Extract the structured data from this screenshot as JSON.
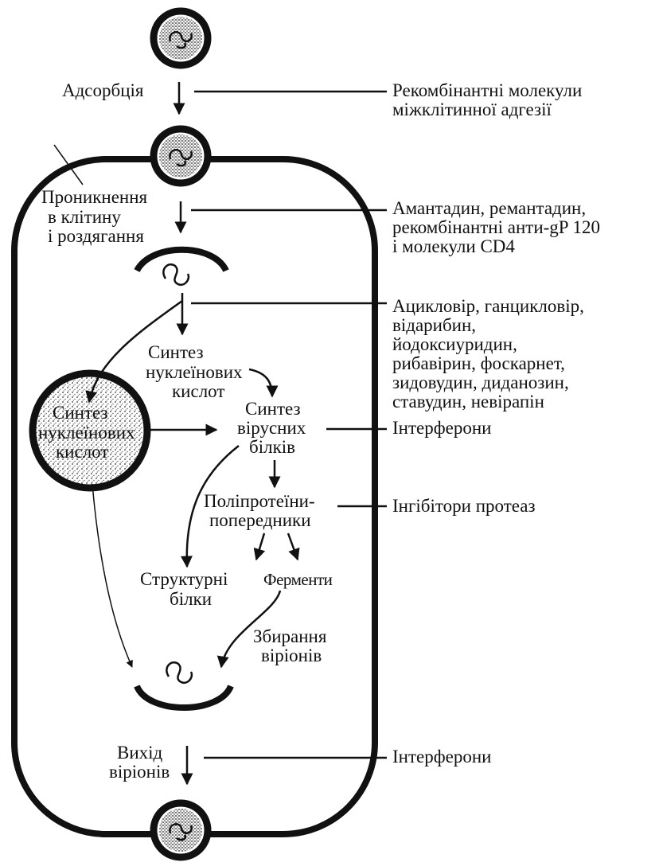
{
  "steps": {
    "adsorption": "Адсорбція",
    "penetration": [
      "Проникнення",
      "в клітину",
      "і роздягання"
    ],
    "nucleic_synthesis": [
      "Синтез",
      "нуклеїнових",
      "кислот"
    ],
    "nucleus_synthesis": [
      "Синтез",
      "нуклеїнових",
      "кислот"
    ],
    "protein_synthesis": [
      "Синтез",
      "вірусних",
      "білків"
    ],
    "polyprotein": [
      "Поліпротеїни-",
      "попередники"
    ],
    "structural": [
      "Структурні",
      "білки"
    ],
    "enzymes": "Ферменти",
    "assembly": [
      "Збирання",
      "віріонів"
    ],
    "exit": [
      "Вихід",
      "віріонів"
    ]
  },
  "drugs": {
    "adhesion": [
      "Рекомбінантні молекули",
      "міжклітинної адгезії"
    ],
    "penetration": [
      "Амантадин, ремантадин,",
      "рекомбінантні анти-gP 120",
      "і молекули CD4"
    ],
    "nucleic": [
      "Ацикловір, ганцикловір,",
      "відарибин,",
      "йодоксиуридин,",
      "рибавірин, фоскарнет,",
      "зидовудин, диданозин,",
      "ставудин, невірапін"
    ],
    "interferons_1": "Інтерферони",
    "proteases": "Інгібітори протеаз",
    "interferons_2": "Інтерферони"
  },
  "icons": {
    "virion": "virion-icon",
    "capsid": "capsid-icon",
    "nucleus": "nucleus-icon",
    "cell": "cell-membrane"
  }
}
